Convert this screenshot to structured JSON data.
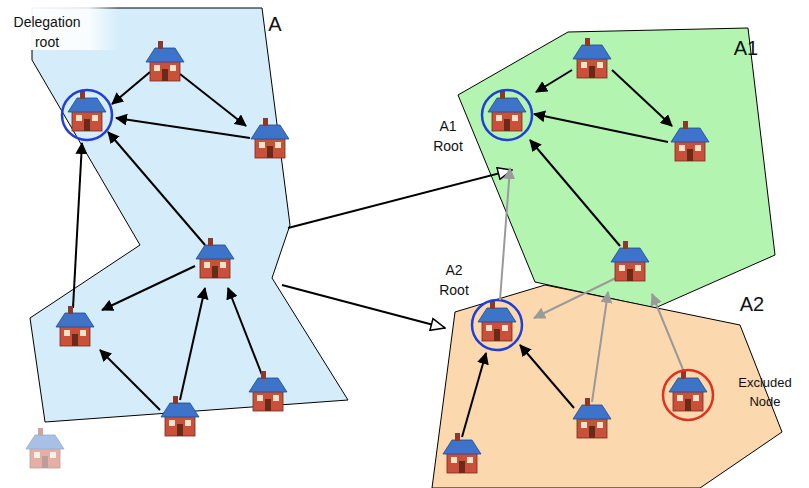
{
  "diagram": {
    "nodes": [
      {
        "text": [
          "A"
        ]
      },
      {
        "text": [
          "Delegation root"
        ],
        "in": 0
      },
      {
        "text": [
          "A1"
        ]
      },
      {
        "text": [
          "A1 Root"
        ],
        "in": 2
      },
      {
        "text": [
          "A2"
        ]
      },
      {
        "text": [
          "A2 Root"
        ],
        "in": 4
      },
      {
        "text": [
          "Excluded Node"
        ],
        "in": 4
      }
    ],
    "edges": [
      {
        "from": 0,
        "to": 2,
        "arrow": "to"
      },
      {
        "from": 0,
        "to": 4,
        "arrow": "to"
      },
      {
        "from": 5,
        "to": 3,
        "arrow": "to"
      }
    ]
  }
}
